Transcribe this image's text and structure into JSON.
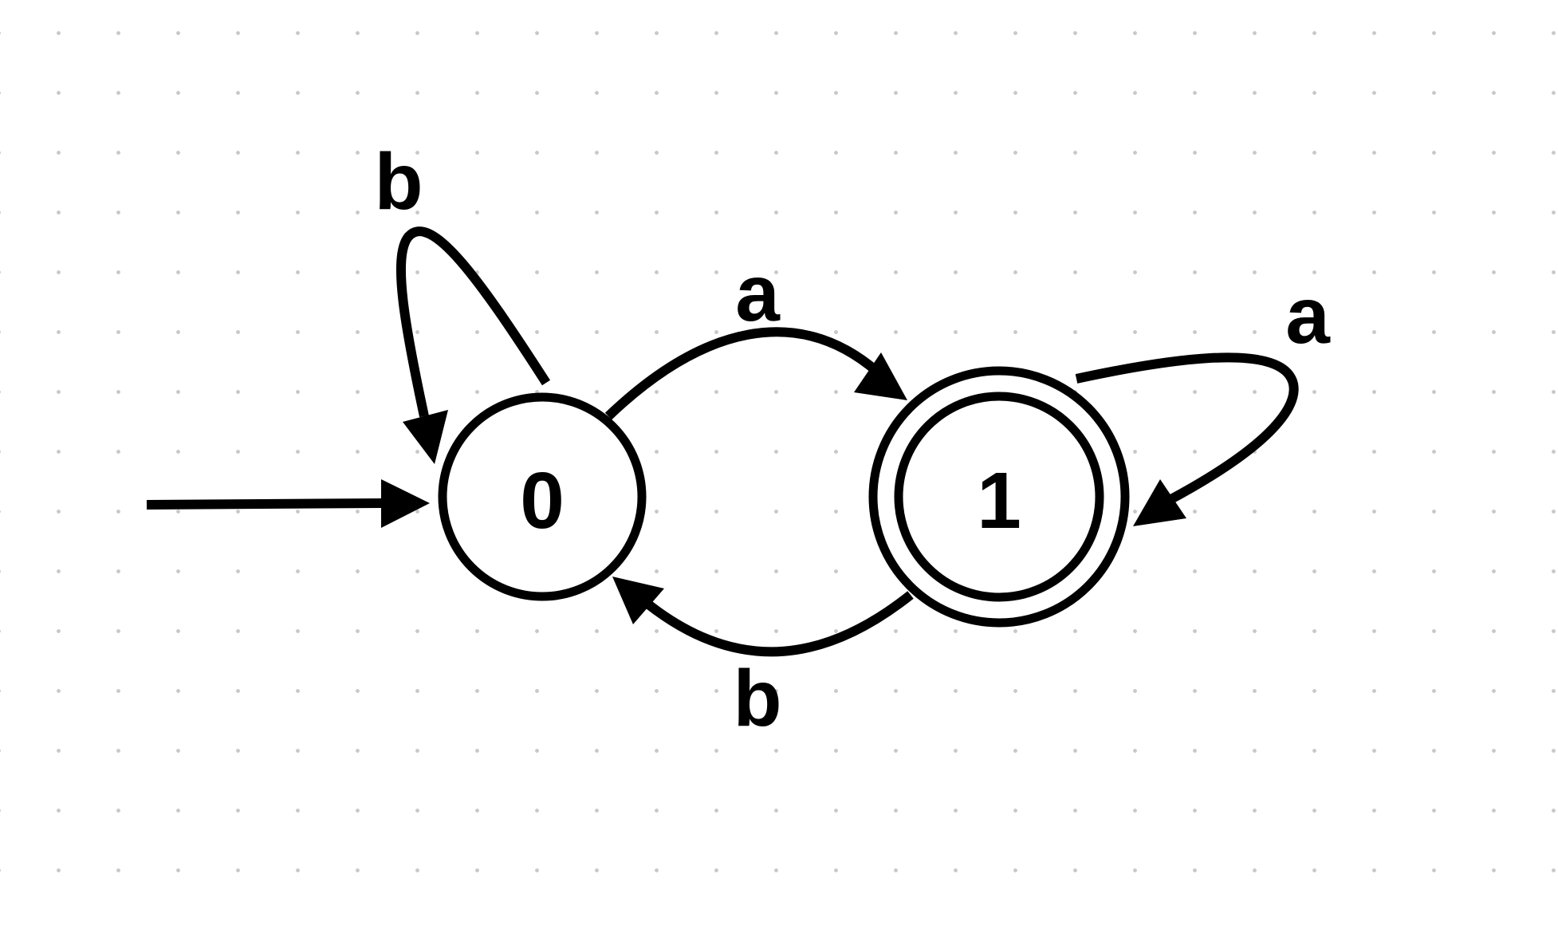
{
  "diagram": {
    "kind": "finite automaton",
    "start_state": "0",
    "states": [
      {
        "id": "q0",
        "label": "0",
        "accepting": false
      },
      {
        "id": "q1",
        "label": "1",
        "accepting": true
      }
    ],
    "transitions": [
      {
        "from": "0",
        "to": "1",
        "symbol": "a"
      },
      {
        "from": "1",
        "to": "0",
        "symbol": "b"
      },
      {
        "from": "0",
        "to": "0",
        "symbol": "b"
      },
      {
        "from": "1",
        "to": "1",
        "symbol": "a"
      }
    ]
  },
  "colors": {
    "stroke": "#000000",
    "background": "#ffffff",
    "grid_dots": "#c8c8c8"
  }
}
